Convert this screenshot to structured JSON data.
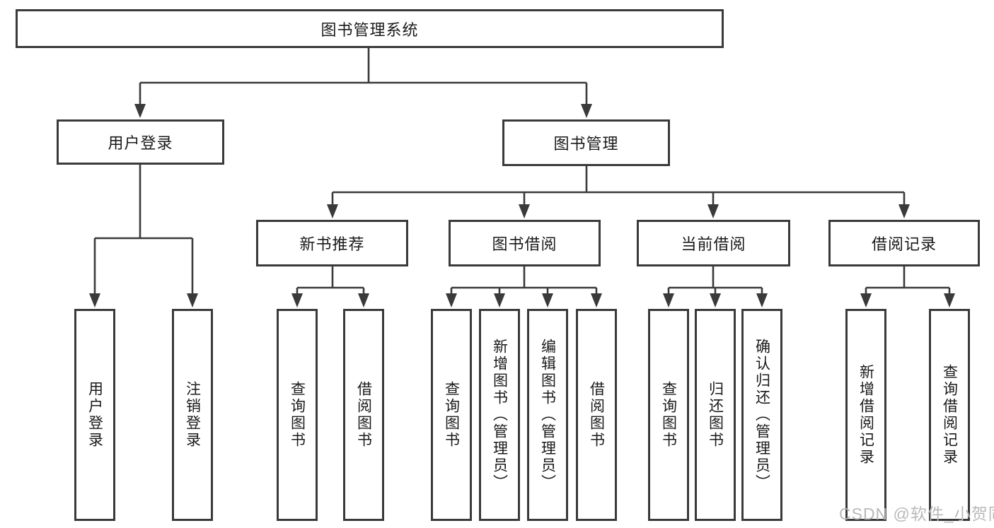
{
  "diagram": {
    "root": {
      "label": "图书管理系统"
    },
    "branches": [
      {
        "label": "用户登录",
        "children": [
          {
            "label": "用户登录"
          },
          {
            "label": "注销登录"
          }
        ]
      },
      {
        "label": "图书管理",
        "children": [
          {
            "label": "新书推荐",
            "children": [
              {
                "label": "查询图书"
              },
              {
                "label": "借阅图书"
              }
            ]
          },
          {
            "label": "图书借阅",
            "children": [
              {
                "label": "查询图书"
              },
              {
                "label": "新增图书（管理员）"
              },
              {
                "label": "编辑图书（管理员）"
              },
              {
                "label": "借阅图书"
              }
            ]
          },
          {
            "label": "当前借阅",
            "children": [
              {
                "label": "查询图书"
              },
              {
                "label": "归还图书"
              },
              {
                "label": "确认归还（管理员）"
              }
            ]
          },
          {
            "label": "借阅记录",
            "children": [
              {
                "label": "新增借阅记录"
              },
              {
                "label": "查询借阅记录"
              }
            ]
          }
        ]
      }
    ]
  },
  "watermark": {
    "text": "CSDN @软件_小贺同学"
  },
  "colors": {
    "line": "#3a3a3a",
    "text": "#1a1a1a",
    "watermark": "#b9b9b9",
    "background": "#ffffff"
  }
}
